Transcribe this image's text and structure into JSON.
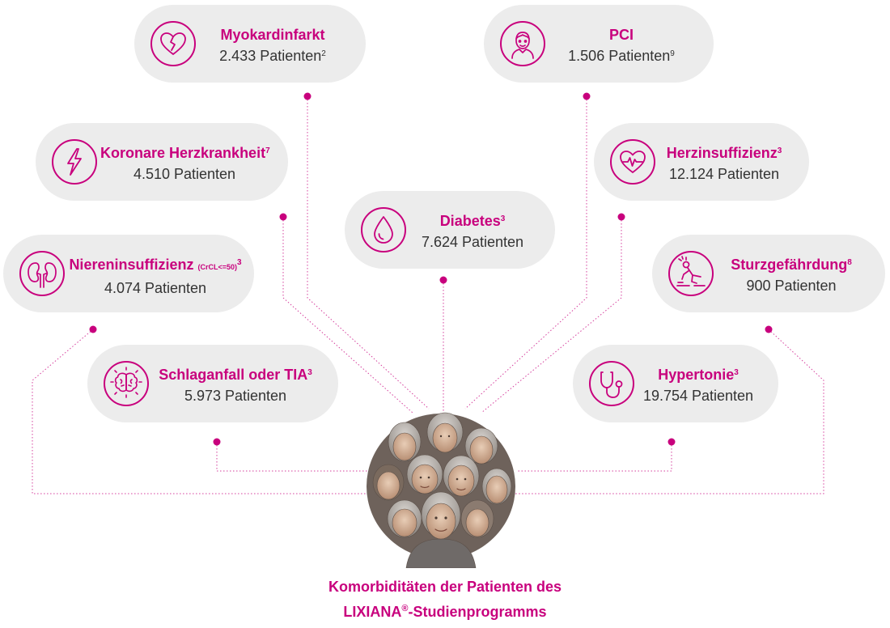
{
  "colors": {
    "accent": "#c8007d",
    "pill": "#ececec",
    "text": "#333333"
  },
  "nodes": [
    {
      "id": "myokardinfarkt",
      "icon": "heart-broken-icon",
      "title": "Myokardinfarkt",
      "title_sup": "",
      "title_small": "",
      "count": "2.433 Patienten",
      "count_sup": "2"
    },
    {
      "id": "pci",
      "icon": "doctor-face-icon",
      "title": "PCI",
      "title_sup": "",
      "title_small": "",
      "count": "1.506 Patienten",
      "count_sup": "9"
    },
    {
      "id": "koronare-herzkrankheit",
      "icon": "lightning-bolt-icon",
      "title": "Koronare Herzkrankheit",
      "title_sup": "7",
      "title_small": "",
      "count": "4.510 Patienten",
      "count_sup": ""
    },
    {
      "id": "herzinsuffizienz",
      "icon": "heart-pulse-icon",
      "title": "Herzinsuffizienz",
      "title_sup": "3",
      "title_small": "",
      "count": "12.124 Patienten",
      "count_sup": ""
    },
    {
      "id": "diabetes",
      "icon": "drop-icon",
      "title": "Diabetes",
      "title_sup": "3",
      "title_small": "",
      "count": "7.624 Patienten",
      "count_sup": ""
    },
    {
      "id": "niereninsuffizienz",
      "icon": "kidneys-icon",
      "title": "Niereninsuffizienz",
      "title_sup": "3",
      "title_small": "(CrCL<=50)",
      "count": "4.074 Patienten",
      "count_sup": ""
    },
    {
      "id": "sturzgefaehrdung",
      "icon": "falling-person-icon",
      "title": "Sturzgefährdung",
      "title_sup": "8",
      "title_small": "",
      "count": "900 Patienten",
      "count_sup": ""
    },
    {
      "id": "schlaganfall",
      "icon": "brain-icon",
      "title": "Schlaganfall oder TIA",
      "title_sup": "3",
      "title_small": "",
      "count": "5.973 Patienten",
      "count_sup": ""
    },
    {
      "id": "hypertonie",
      "icon": "stethoscope-icon",
      "title": "Hypertonie",
      "title_sup": "3",
      "title_small": "",
      "count": "19.754 Patienten",
      "count_sup": ""
    }
  ],
  "caption": {
    "line1": "Komorbiditäten der Patienten des",
    "line2_pre": "LIXIANA",
    "line2_reg": "®",
    "line2_post": "-Studienprogramms"
  }
}
